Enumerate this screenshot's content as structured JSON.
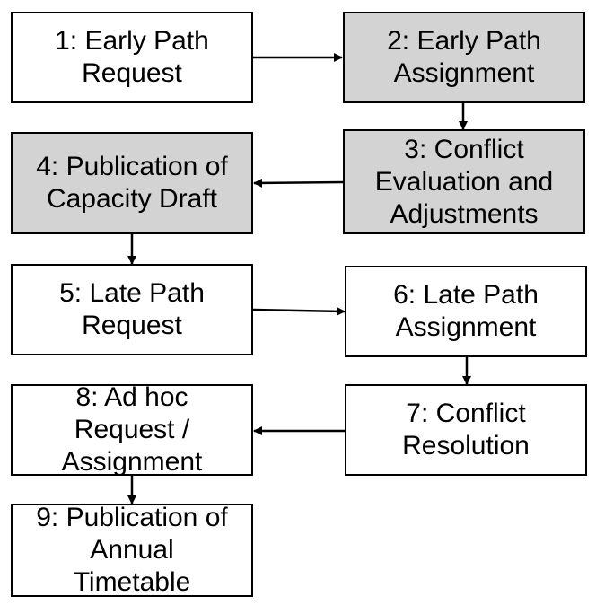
{
  "colors": {
    "white_fill": "#ffffff",
    "gray_fill": "#d3d3d3",
    "stroke": "#000000"
  },
  "steps": [
    {
      "id": "s1",
      "label": "1: Early Path\nRequest",
      "fill": "white"
    },
    {
      "id": "s2",
      "label": "2: Early Path\nAssignment",
      "fill": "gray"
    },
    {
      "id": "s3",
      "label": "3: Conflict\nEvaluation and\nAdjustments",
      "fill": "gray"
    },
    {
      "id": "s4",
      "label": "4: Publication of\nCapacity Draft",
      "fill": "gray"
    },
    {
      "id": "s5",
      "label": "5: Late Path\nRequest",
      "fill": "white"
    },
    {
      "id": "s6",
      "label": "6: Late Path\nAssignment",
      "fill": "white"
    },
    {
      "id": "s7",
      "label": "7: Conflict\nResolution",
      "fill": "white"
    },
    {
      "id": "s8",
      "label": "8: Ad hoc\nRequest /\nAssignment",
      "fill": "white"
    },
    {
      "id": "s9",
      "label": "9: Publication of\nAnnual\nTimetable",
      "fill": "white"
    }
  ],
  "edges": [
    {
      "from": "s1",
      "to": "s2"
    },
    {
      "from": "s2",
      "to": "s3"
    },
    {
      "from": "s3",
      "to": "s4"
    },
    {
      "from": "s4",
      "to": "s5"
    },
    {
      "from": "s5",
      "to": "s6"
    },
    {
      "from": "s6",
      "to": "s7"
    },
    {
      "from": "s7",
      "to": "s8"
    },
    {
      "from": "s8",
      "to": "s9"
    }
  ]
}
